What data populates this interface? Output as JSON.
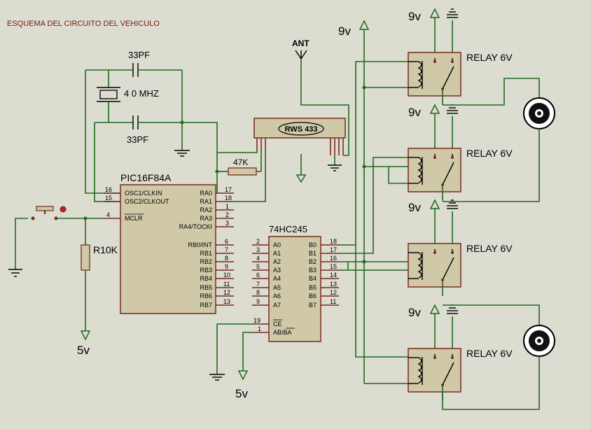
{
  "title": "ESQUEMA DEL CIRCUITO DEL VEHICULO",
  "crystal": {
    "label": "4 0 MHZ",
    "cap_top": "33PF",
    "cap_bottom": "33PF"
  },
  "antenna": "ANT",
  "rws": "RWS 433",
  "resistor_47k": "47K",
  "resistor_r10k": "R10K",
  "mcu": {
    "name": "PIC16F84A",
    "left_pins": [
      {
        "num": "16",
        "label": "OSC1/CLKIN"
      },
      {
        "num": "15",
        "label": "OSC2/CLKOUT"
      },
      {
        "num": "4",
        "label": "MCLR"
      }
    ],
    "right_top": [
      {
        "num": "17",
        "label": "RA0"
      },
      {
        "num": "18",
        "label": "RA1"
      },
      {
        "num": "1",
        "label": "RA2"
      },
      {
        "num": "2",
        "label": "RA3"
      },
      {
        "num": "3",
        "label": "RA4/TOCKI"
      }
    ],
    "right_bottom": [
      {
        "num": "6",
        "label": "RB0/INT"
      },
      {
        "num": "7",
        "label": "RB1"
      },
      {
        "num": "8",
        "label": "RB2"
      },
      {
        "num": "9",
        "label": "RB3"
      },
      {
        "num": "10",
        "label": "RB4"
      },
      {
        "num": "11",
        "label": "RB5"
      },
      {
        "num": "12",
        "label": "RB6"
      },
      {
        "num": "13",
        "label": "RB7"
      }
    ]
  },
  "buffer": {
    "name": "74HC245",
    "a_pins": [
      {
        "num": "2",
        "label": "A0"
      },
      {
        "num": "3",
        "label": "A1"
      },
      {
        "num": "4",
        "label": "A2"
      },
      {
        "num": "5",
        "label": "A3"
      },
      {
        "num": "6",
        "label": "A4"
      },
      {
        "num": "7",
        "label": "A5"
      },
      {
        "num": "8",
        "label": "A6"
      },
      {
        "num": "9",
        "label": "A7"
      }
    ],
    "b_pins": [
      {
        "num": "18",
        "label": "B0"
      },
      {
        "num": "17",
        "label": "B1"
      },
      {
        "num": "16",
        "label": "B2"
      },
      {
        "num": "15",
        "label": "B3"
      },
      {
        "num": "14",
        "label": "B4"
      },
      {
        "num": "13",
        "label": "B5"
      },
      {
        "num": "12",
        "label": "B6"
      },
      {
        "num": "11",
        "label": "B7"
      }
    ],
    "ctrl_pins": [
      {
        "num": "19",
        "label": "CE"
      },
      {
        "num": "1",
        "label": "AB/BA"
      }
    ]
  },
  "power": {
    "v9": "9v",
    "v5": "5v"
  },
  "relay_label": "RELAY 6V",
  "relays": [
    {
      "supply": "9v",
      "label": "RELAY 6V"
    },
    {
      "supply": "9v",
      "label": "RELAY 6V"
    },
    {
      "supply": "9v",
      "label": "RELAY 6V"
    },
    {
      "supply": "9v",
      "label": "RELAY 6V"
    }
  ]
}
